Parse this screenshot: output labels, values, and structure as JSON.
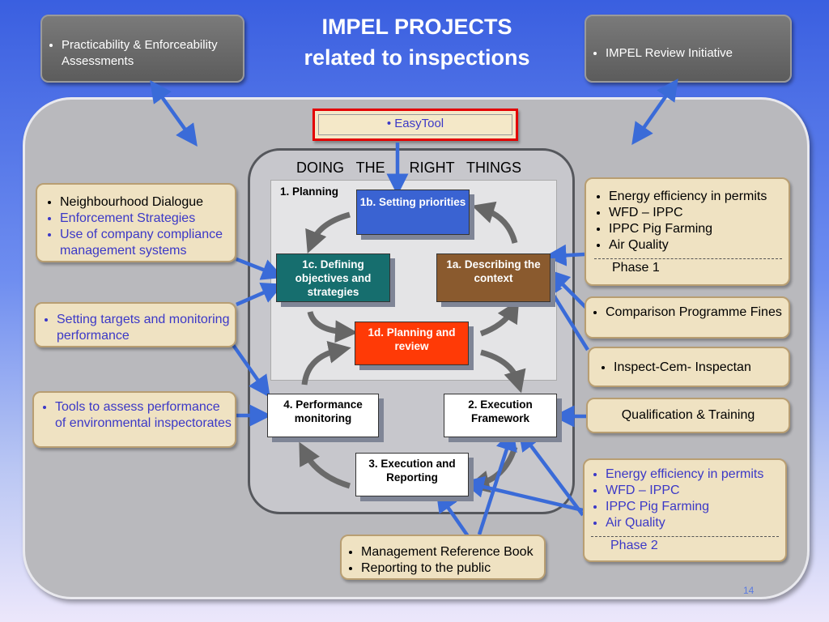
{
  "title": {
    "line1": "IMPEL PROJECTS",
    "line2": "related to inspections"
  },
  "top_left": {
    "items": [
      "Practicability & Enforceability Assessments"
    ]
  },
  "top_right": {
    "items": [
      "IMPEL  Review Initiative"
    ]
  },
  "easytool": "EasyTool",
  "inner_heading": "DOING   THE      RIGHT   THINGS",
  "planning_label": "1. Planning",
  "nodes": {
    "n1b": "1b. Setting priorities",
    "n1c": "1c. Defining objectives and strategies",
    "n1a": "1a. Describing the context",
    "n1d": "1d. Planning and review",
    "n4": "4. Performance monitoring",
    "n2": "2. Execution Framework",
    "n3": "3. Execution and Reporting"
  },
  "left_boxes": {
    "b1": [
      "Neighbourhood Dialogue",
      "Enforcement  Strategies",
      "Use of company compliance management  systems"
    ],
    "b2": [
      "Setting targets and monitoring performance"
    ],
    "b3": [
      "Tools to assess performance of environmental inspectorates"
    ]
  },
  "right_boxes": {
    "phase1": {
      "items": [
        "Energy efficiency in permits",
        "WFD – IPPC",
        "IPPC Pig Farming",
        "Air Quality"
      ],
      "label": "Phase 1"
    },
    "comparison": [
      "Comparison Programme Fines"
    ],
    "inspect": [
      "Inspect-Cem- Inspectan"
    ],
    "qualification": "Qualification &  Training",
    "phase2": {
      "items": [
        "Energy efficiency in permits",
        "WFD – IPPC",
        "IPPC Pig Farming",
        "Air Quality"
      ],
      "label": "Phase 2"
    }
  },
  "bottom_box": [
    "Management Reference Book",
    "Reporting to the public"
  ],
  "page_number": "14",
  "colors": {
    "node_1b": "#3a63d2",
    "node_1c": "#166e6e",
    "node_1a": "#8a5a2e",
    "node_1d": "#ff3a06",
    "connector": "#3a6bd8"
  }
}
